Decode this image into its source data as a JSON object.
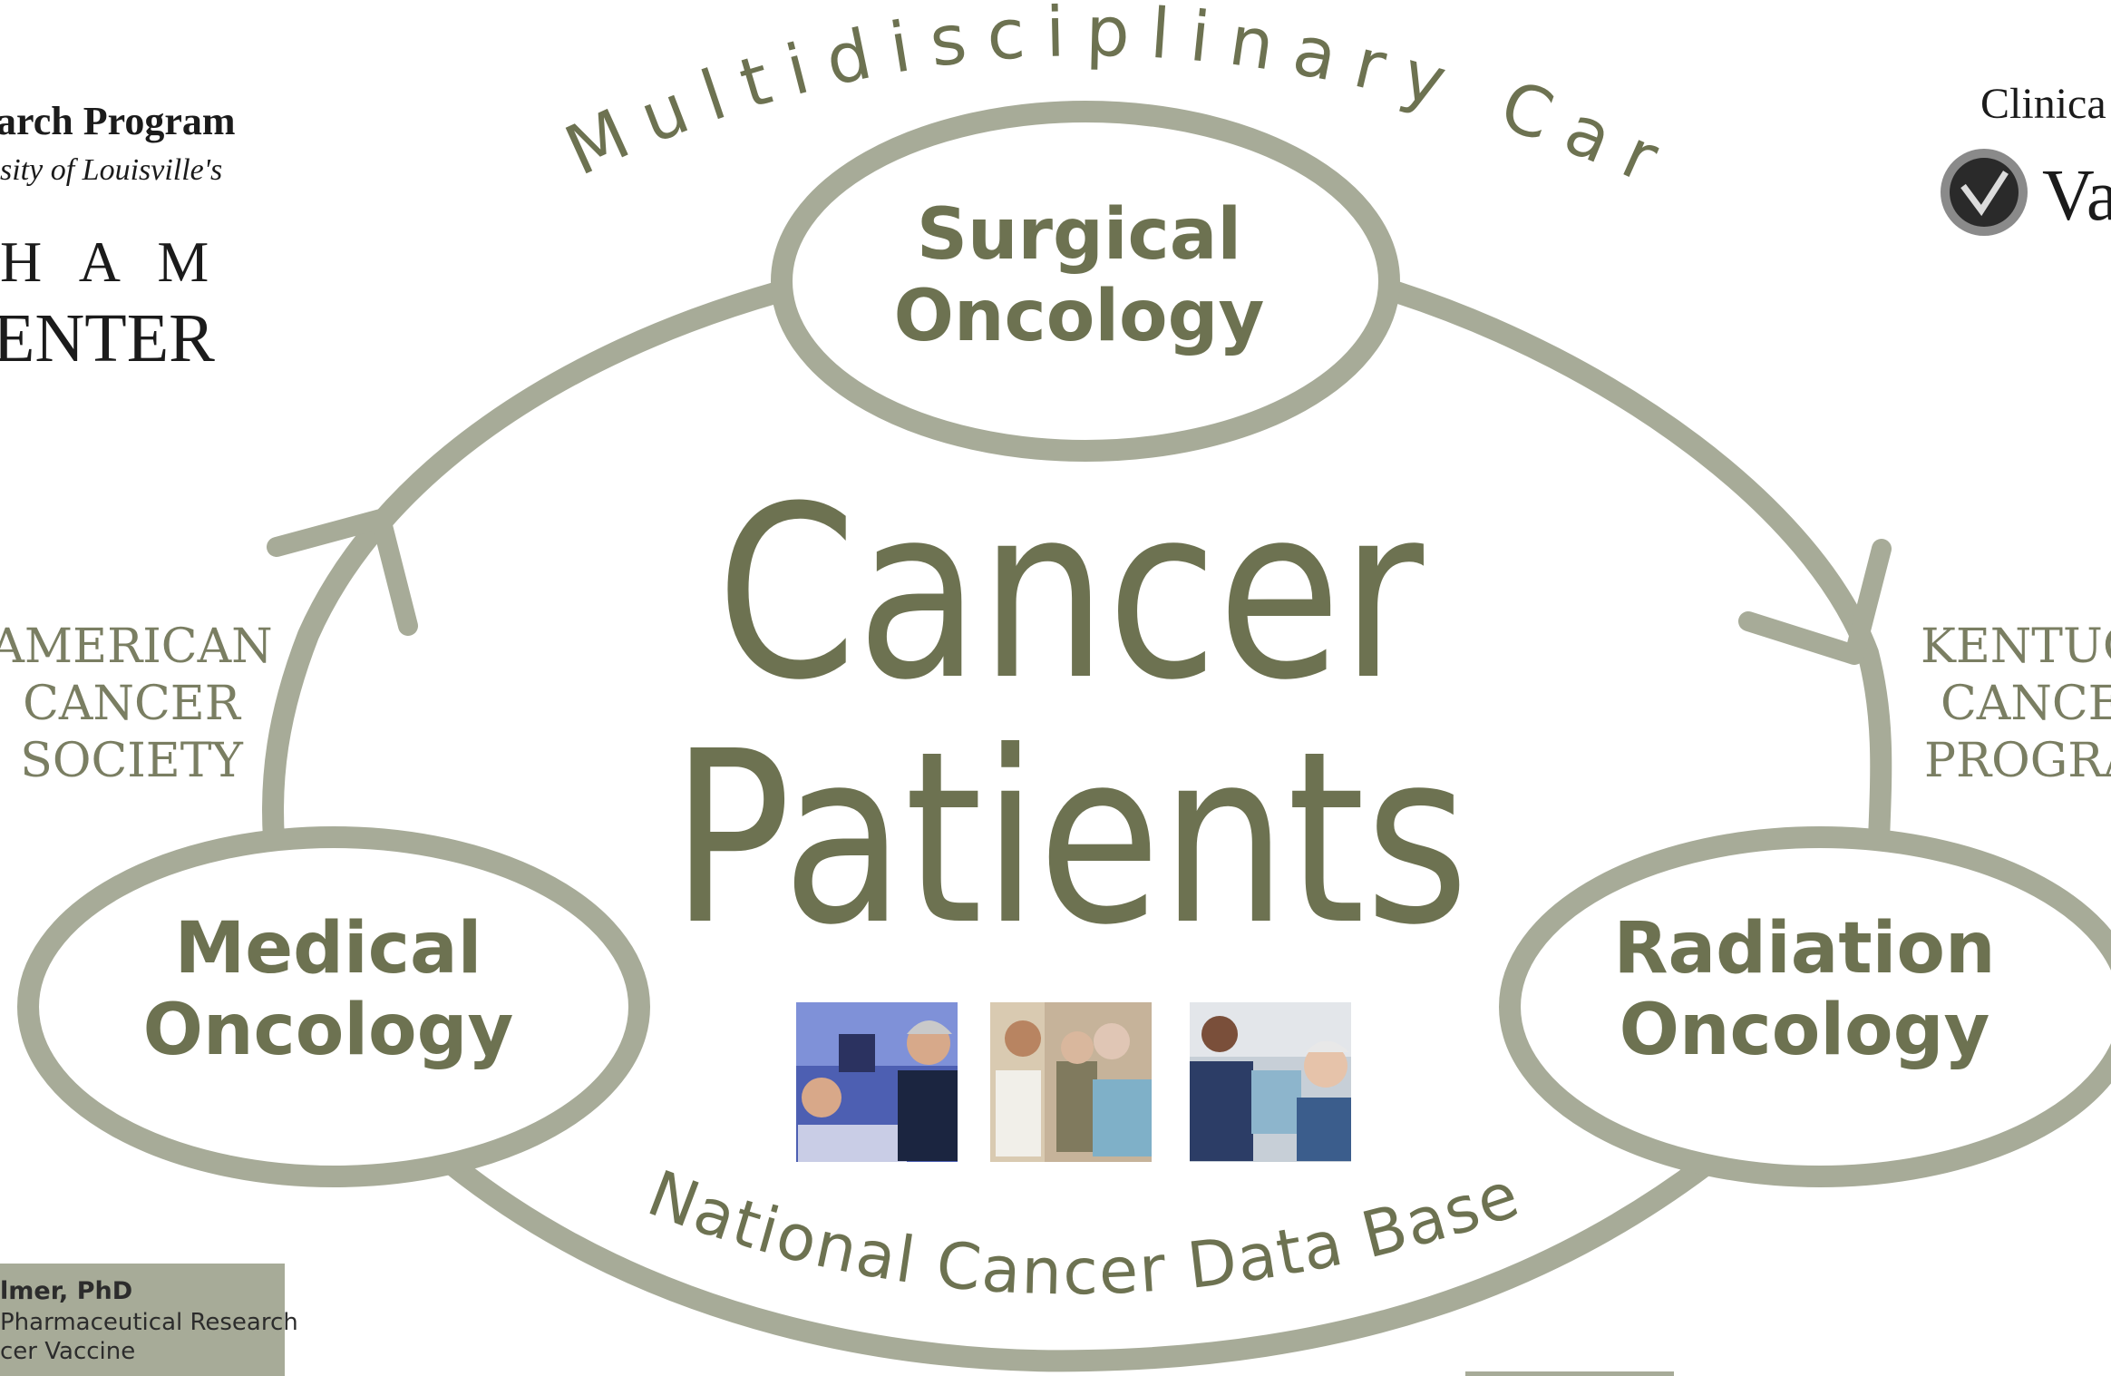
{
  "diagram": {
    "arc_top": "Multidisciplinary Care",
    "arc_bottom": "National Cancer Data Base",
    "center_line1": "Cancer",
    "center_line2": "Patients",
    "nodes": {
      "surgical": {
        "line1": "Surgical",
        "line2": "Oncology"
      },
      "medical": {
        "line1": "Medical",
        "line2": "Oncology"
      },
      "radiation": {
        "line1": "Radiation",
        "line2": "Oncology"
      }
    },
    "colors": {
      "ring": "#a7ab98",
      "text": "#6d7251",
      "partner_text": "#7a7e62",
      "background": "#ffffff"
    }
  },
  "partners": {
    "left": {
      "line1": "AMERICAN",
      "line2": "CANCER",
      "line3": "SOCIETY"
    },
    "right": {
      "line1": "KENTUCKY",
      "line2": "CANCER",
      "line3": "PROGRAM"
    }
  },
  "logos": {
    "top_left": {
      "line1": "arch Program",
      "line2": "sity of Louisville's",
      "line3": "H A M",
      "line4": "ENTER"
    },
    "top_right": {
      "line1": "Clinica",
      "line2": "Va"
    }
  },
  "photos": [
    {
      "icon": "hospital-bed-patient-photo"
    },
    {
      "icon": "doctor-consultation-photo"
    },
    {
      "icon": "blood-pressure-check-photo"
    }
  ],
  "author_box": {
    "line1": "lmer, PhD",
    "line2": "Pharmaceutical Research",
    "line3": "cer Vaccine"
  }
}
